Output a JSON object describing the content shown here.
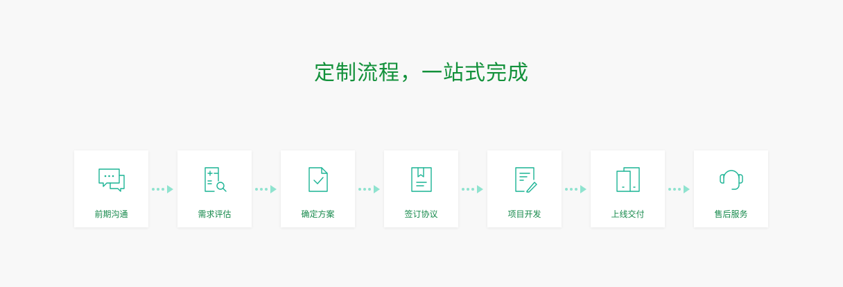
{
  "title": "定制流程，一站式完成",
  "colors": {
    "title": "#13913b",
    "label": "#178a4c",
    "icon_stroke": "#1ab394",
    "arrow": "#8fe3cf",
    "card_bg": "#ffffff",
    "page_bg": "#f8f8f8"
  },
  "steps": [
    {
      "label": "前期沟通",
      "icon": "chat-bubbles-icon"
    },
    {
      "label": "需求评估",
      "icon": "calculator-search-icon"
    },
    {
      "label": "确定方案",
      "icon": "document-check-icon"
    },
    {
      "label": "签订协议",
      "icon": "bookmark-book-icon"
    },
    {
      "label": "项目开发",
      "icon": "document-edit-icon"
    },
    {
      "label": "上线交付",
      "icon": "devices-icon"
    },
    {
      "label": "售后服务",
      "icon": "headset-icon"
    }
  ]
}
